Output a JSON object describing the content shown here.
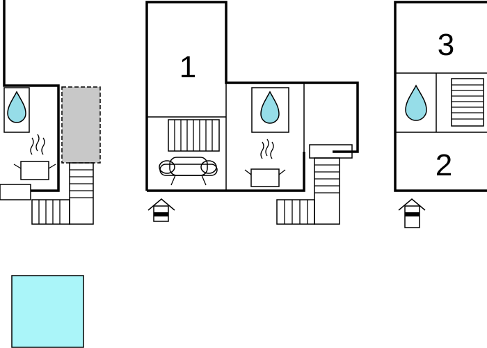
{
  "rooms": [
    {
      "id": "room-1",
      "label": "1"
    },
    {
      "id": "room-2",
      "label": "2"
    },
    {
      "id": "room-3",
      "label": "3"
    }
  ],
  "colors": {
    "water": "#96dde8",
    "pool": "#aaf5f9",
    "terrace": "#c8c8c8",
    "walls": "#000000"
  },
  "icons": [
    "water-drop-icon",
    "cooking-pot-icon",
    "sofa-icon",
    "radiator-icon",
    "entrance-arrow-icon",
    "staircase-icon"
  ]
}
